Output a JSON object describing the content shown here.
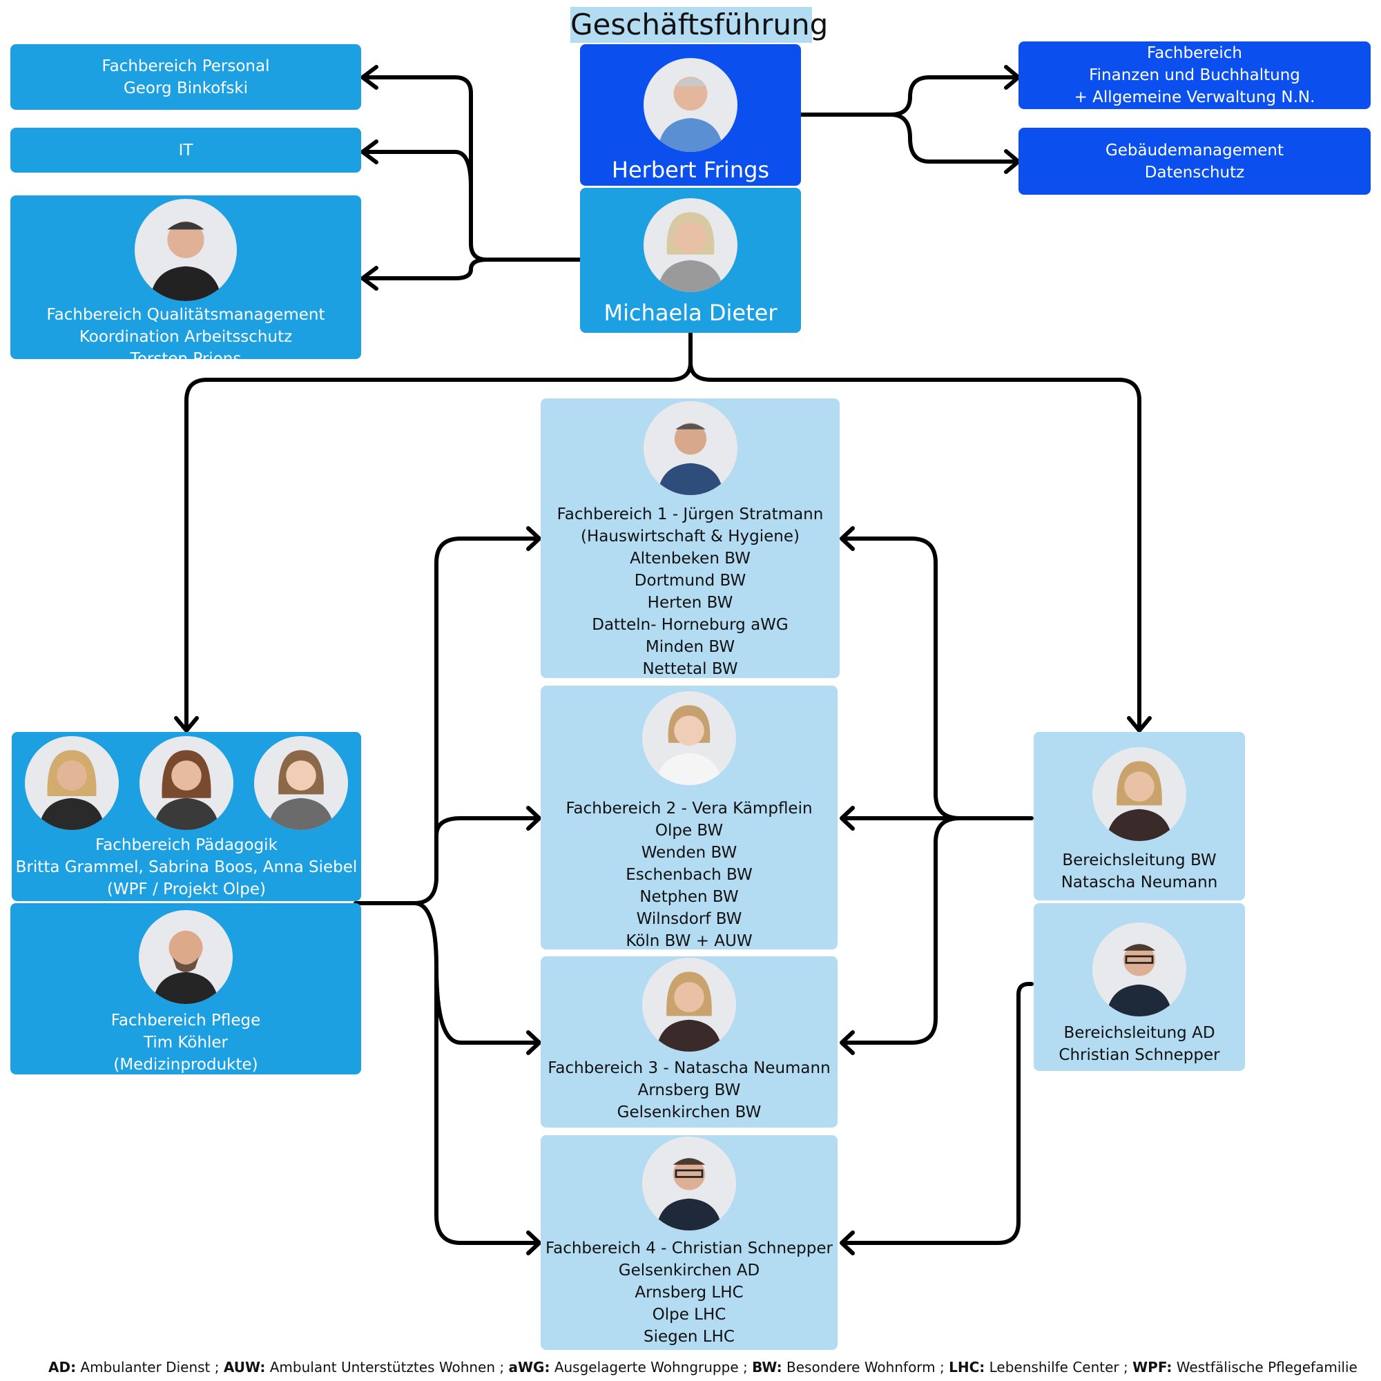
{
  "title": "Geschäftsführung",
  "colors": {
    "mid_blue": "#1ca0e1",
    "dark_blue": "#0b4fee",
    "light_blue": "#b3dcf2",
    "connector": "#000000"
  },
  "gf_top": {
    "name": "Herbert Frings"
  },
  "gf_deputy": {
    "name": "Michaela Dieter"
  },
  "personal": {
    "lines": [
      "Fachbereich Personal",
      "Georg Binkofski"
    ]
  },
  "it": {
    "lines": [
      "IT"
    ]
  },
  "qm": {
    "lines": [
      "Fachbereich Qualitätsmanagement",
      "Koordination Arbeitsschutz",
      "Torsten Prions"
    ]
  },
  "finanzen": {
    "lines": [
      "Fachbereich",
      "Finanzen und Buchhaltung",
      "+ Allgemeine Verwaltung N.N."
    ]
  },
  "gebaeude": {
    "lines": [
      "Gebäudemanagement",
      "Datenschutz"
    ]
  },
  "fb1": {
    "lines": [
      "Fachbereich 1 - Jürgen Stratmann",
      "(Hauswirtschaft & Hygiene)",
      "Altenbeken BW",
      "Dortmund BW",
      "Herten BW",
      "Datteln- Horneburg aWG",
      "Minden BW",
      "Nettetal BW"
    ]
  },
  "fb2": {
    "lines": [
      "Fachbereich 2 - Vera Kämpflein",
      "Olpe BW",
      "Wenden BW",
      "Eschenbach BW",
      "Netphen BW",
      "Wilnsdorf BW",
      "Köln BW + AUW"
    ]
  },
  "fb3": {
    "lines": [
      "Fachbereich 3 -  Natascha Neumann",
      "Arnsberg BW",
      "Gelsenkirchen BW"
    ]
  },
  "fb4": {
    "lines": [
      "Fachbereich 4 - Christian Schnepper",
      "Gelsenkirchen AD",
      "Arnsberg LHC",
      "Olpe LHC",
      "Siegen LHC"
    ]
  },
  "paedagogik": {
    "lines": [
      "Fachbereich Pädagogik",
      "Britta Grammel, Sabrina Boos, Anna Siebel",
      "(WPF / Projekt Olpe)"
    ]
  },
  "pflege": {
    "lines": [
      "Fachbereich Pflege",
      "Tim Köhler",
      "(Medizinprodukte)"
    ]
  },
  "bl_bw": {
    "lines": [
      "Bereichsleitung BW",
      "Natascha Neumann"
    ]
  },
  "bl_ad": {
    "lines": [
      "Bereichsleitung AD",
      "Christian Schnepper"
    ]
  },
  "legend": [
    {
      "abbr": "AD:",
      "text": " Ambulanter Dienst ; "
    },
    {
      "abbr": "AUW:",
      "text": " Ambulant Unterstütztes Wohnen ; "
    },
    {
      "abbr": "aWG:",
      "text": " Ausgelagerte Wohngruppe ; "
    },
    {
      "abbr": "BW:",
      "text": " Besondere Wohnform ; "
    },
    {
      "abbr": "LHC:",
      "text": " Lebenshilfe Center ; "
    },
    {
      "abbr": "WPF:",
      "text": " Westfälische Pflegefamilie"
    }
  ]
}
